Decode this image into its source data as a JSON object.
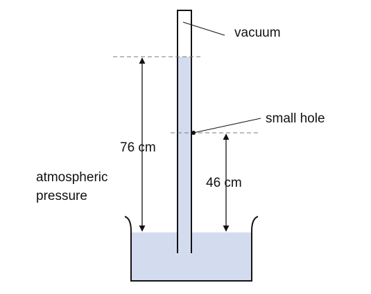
{
  "labels": {
    "vacuum": "vacuum",
    "small_hole": "small hole",
    "column_height": "76 cm",
    "hole_height": "46 cm",
    "atmospheric_line1": "atmospheric",
    "atmospheric_line2": "pressure"
  },
  "colors": {
    "liquid": "#d3dcef",
    "outline": "#111111",
    "dashed_line": "#777777"
  }
}
